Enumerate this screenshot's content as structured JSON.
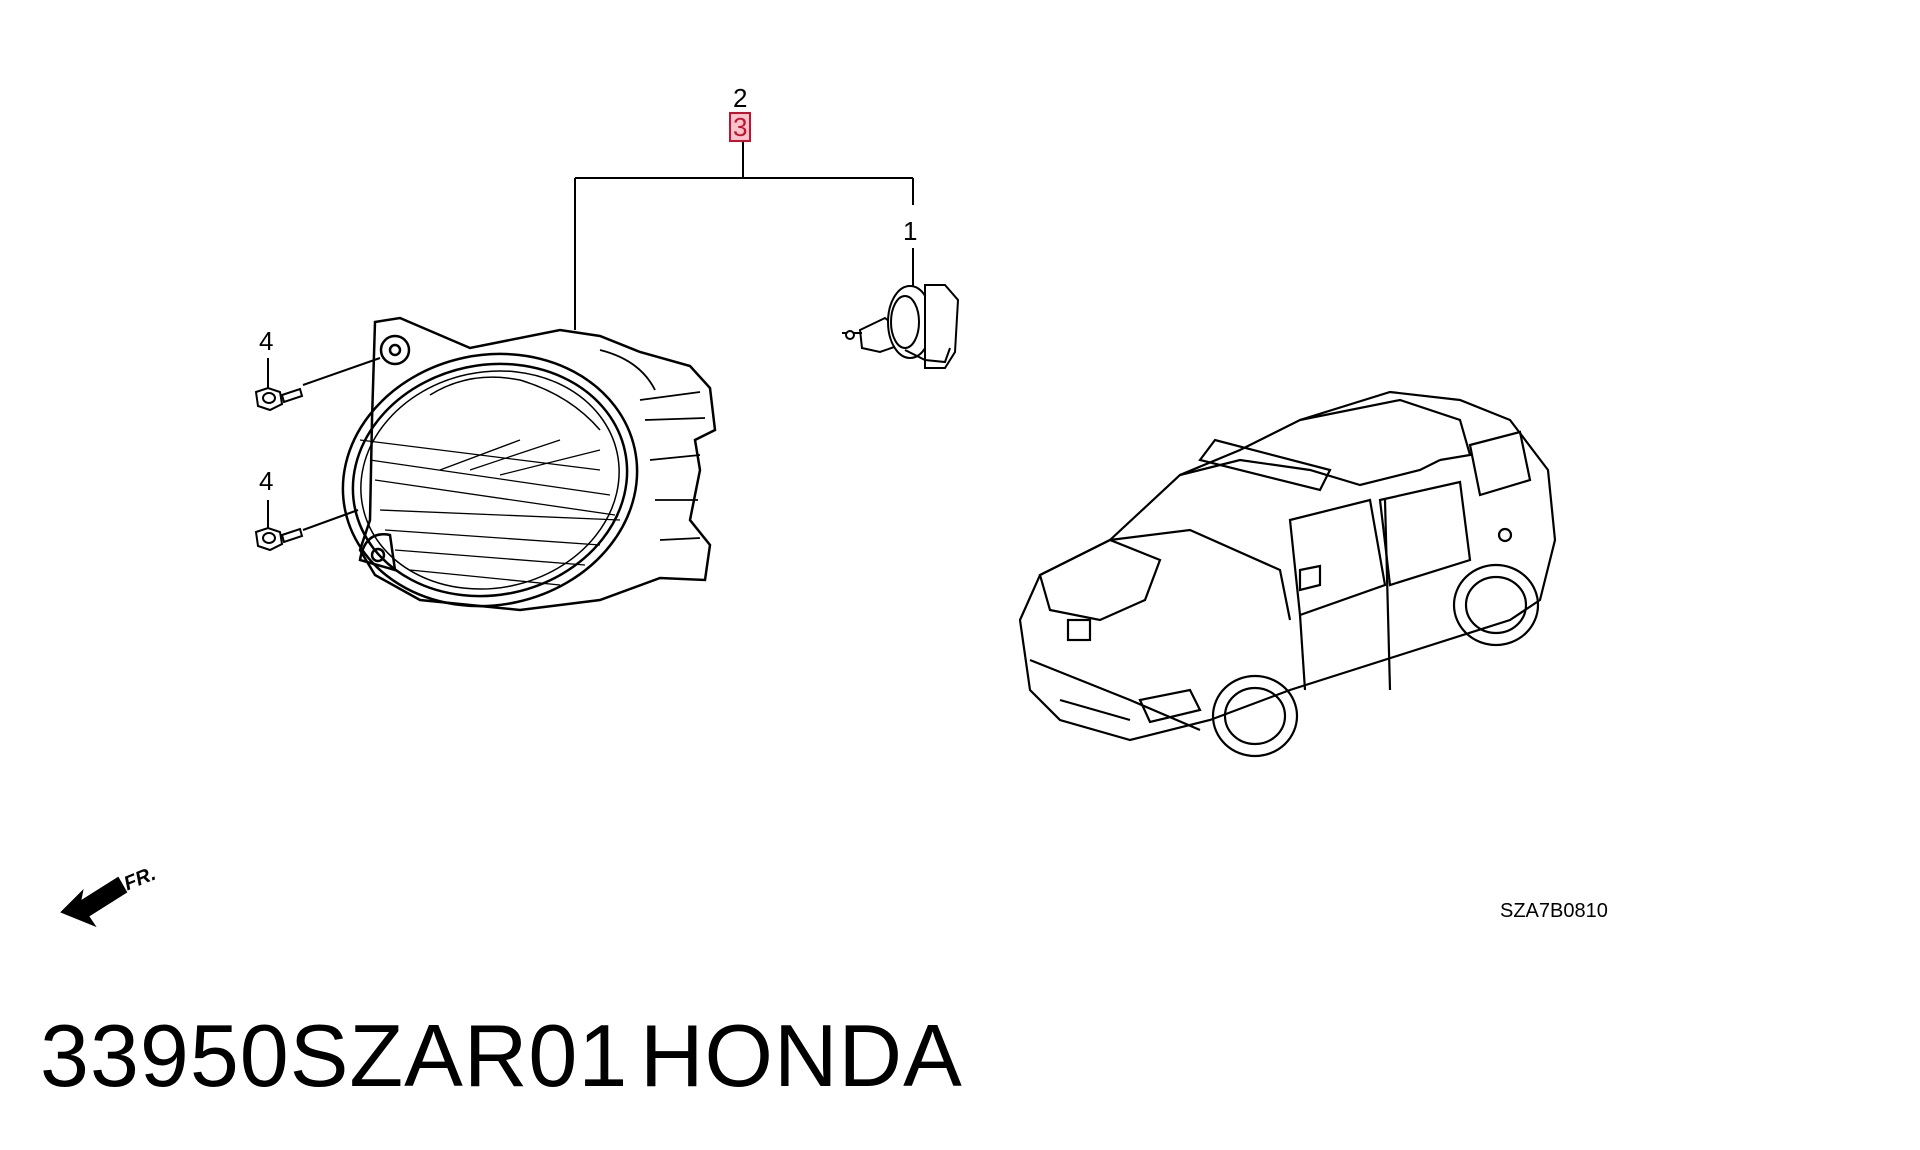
{
  "callouts": {
    "bulb": "1",
    "assembly_top": "2",
    "assembly_highlight": "3",
    "screw_upper": "4",
    "screw_lower": "4"
  },
  "direction_label": "FR.",
  "diagram_code": "SZA7B0810",
  "part_number": "33950SZAR01",
  "brand": "HONDA",
  "highlight_color": "#c8102e"
}
